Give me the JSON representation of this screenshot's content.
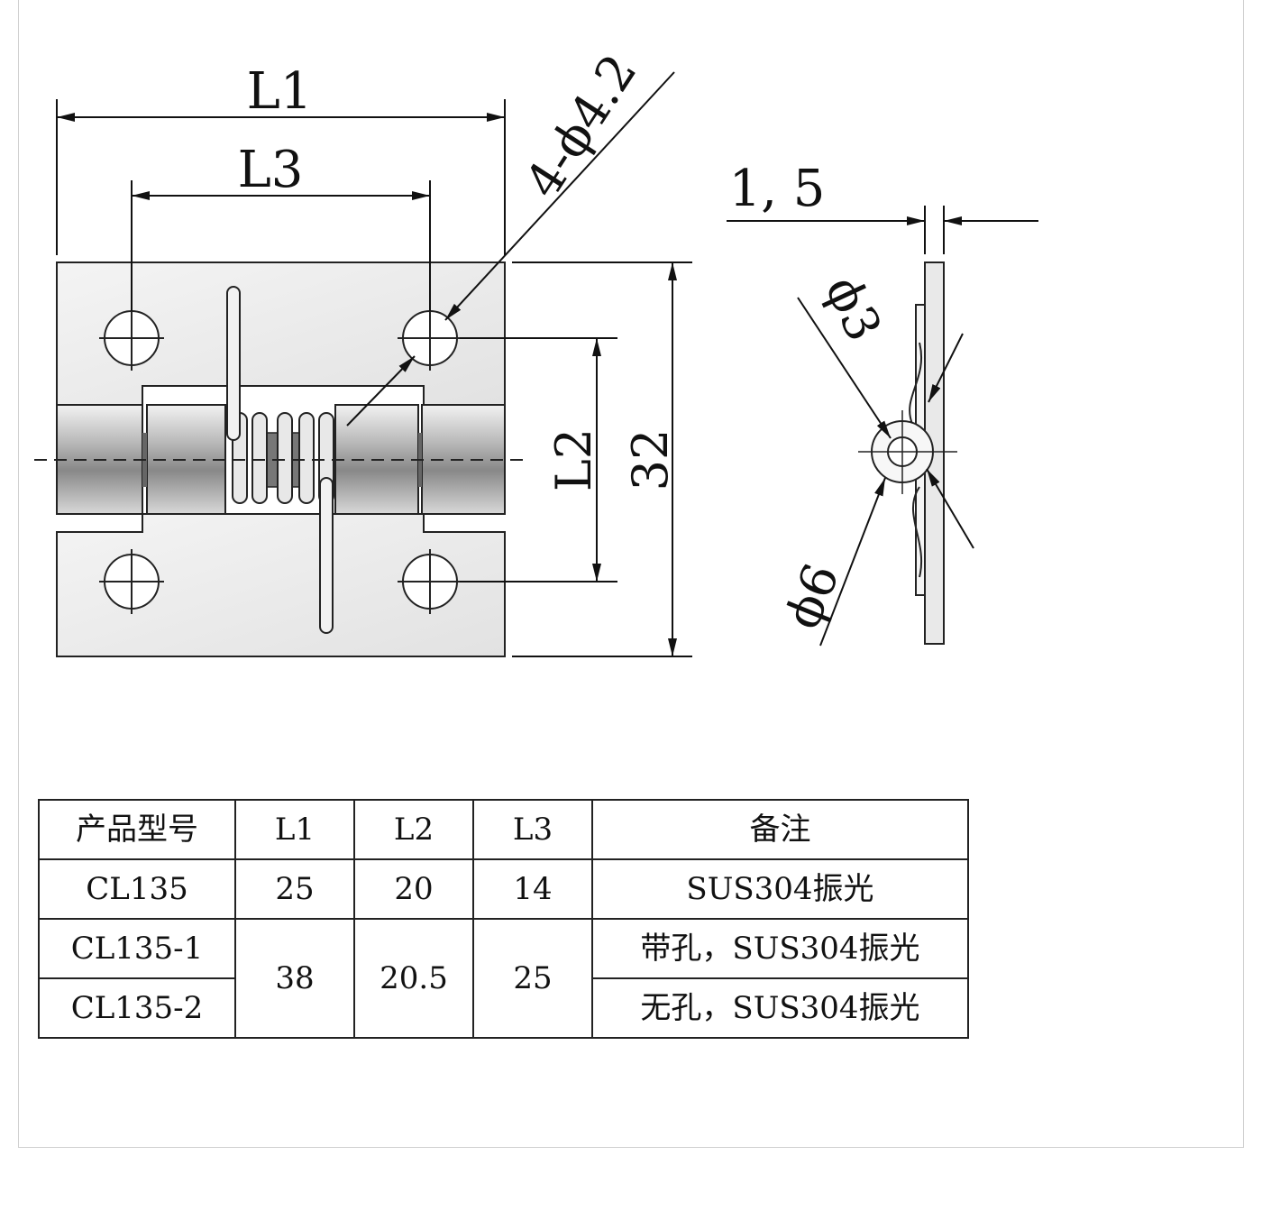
{
  "drawing": {
    "labels": {
      "L1": "L1",
      "L3": "L3",
      "holes": "4-ϕ4.2",
      "thickness": "1, 5",
      "L2": "L2",
      "height": "32",
      "phi3": "ϕ3",
      "phi6": "ϕ6"
    }
  },
  "table": {
    "headers": [
      "产品型号",
      "L1",
      "L2",
      "L3",
      "备注"
    ],
    "rows": [
      {
        "model": "CL135",
        "L1": "25",
        "L2": "20",
        "L3": "14",
        "note": "SUS304振光"
      },
      {
        "model": "CL135-1",
        "L1": "38",
        "L2": "20.5",
        "L3": "25",
        "note": "带孔，SUS304振光"
      },
      {
        "model": "CL135-2",
        "note": "无孔，SUS304振光"
      }
    ]
  }
}
